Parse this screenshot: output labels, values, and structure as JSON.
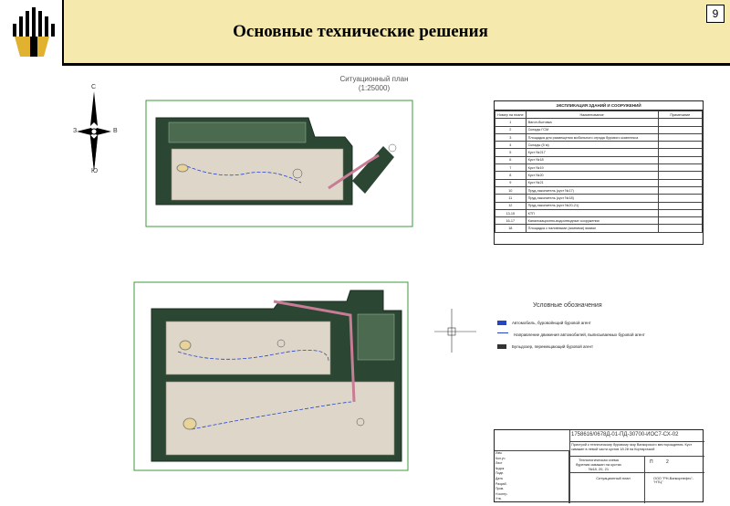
{
  "header": {
    "title": "Основные технические решения",
    "page_number": "9"
  },
  "plan": {
    "title_line1": "Ситуационный план",
    "title_line2": "(1:25000)",
    "compass": {
      "north": "С",
      "south": "Ю",
      "east": "В",
      "west": "З"
    }
  },
  "explication": {
    "caption": "ЭКСПЛИКАЦИЯ ЗДАНИЙ И СООРУЖЕНИЙ",
    "headers": [
      "Номер на плане",
      "Наименование",
      "Примечание"
    ],
    "rows": [
      [
        "1",
        "Вагон-бытовка",
        ""
      ],
      [
        "2",
        "Склады ГСМ",
        ""
      ],
      [
        "3",
        "Площадка для размещения мобильного отряда бурового комплекса",
        ""
      ],
      [
        "4",
        "Склады (5 м)",
        ""
      ],
      [
        "5",
        "Куст №217",
        ""
      ],
      [
        "6",
        "Куст №18",
        ""
      ],
      [
        "7",
        "Куст №19",
        ""
      ],
      [
        "8",
        "Куст №20",
        ""
      ],
      [
        "9",
        "Куст №21",
        ""
      ],
      [
        "10",
        "Пруд-накопитель (куст №17)",
        ""
      ],
      [
        "11",
        "Пруд-накопитель (куст №18)",
        ""
      ],
      [
        "12",
        "Пруд-накопитель (куст №20-21)",
        ""
      ],
      [
        "13-15",
        "КТП",
        ""
      ],
      [
        "16-17",
        "Канализационно-водоотводные сооружения",
        ""
      ],
      [
        "18",
        "Площадка с наливными (зимними) ямами",
        ""
      ]
    ]
  },
  "legend": {
    "title": "Условные обозначения",
    "items": [
      {
        "label": "Автомобиль, буровойнщий буровой агент"
      },
      {
        "label": "Направление движения автомобилей, выписываемых буровой агент"
      },
      {
        "label": "Бульдозер, перемещающий буровой агент"
      }
    ]
  },
  "stamp": {
    "code": "1758616/0678Д-01-ПД-30700-ИОС7-СХ-02",
    "object": "Пристрой к техническому буровому газу Ванкорского месторождения. Куст скважин в левой части кустов 1й 2й на Кортарочкой",
    "name1": "Технологическая схема бурения скважин на кустах №18, 20, 21",
    "stage": "П",
    "sheet": "2",
    "sheets": "",
    "name2": "Ситуационный план",
    "org": "ООО \"РН-Ванкорнефть\"-\"НТЦ\"",
    "roles": [
      "Изм.",
      "Кол.уч",
      "Лист",
      "№док",
      "Подп.",
      "Дата",
      "Разраб.",
      "Пров.",
      "Н.контр.",
      "Утв."
    ]
  },
  "colors": {
    "header_bg": "#f5e9ad",
    "site_dark": "#2b4632",
    "site_pad": "#ded7c9",
    "plan_border": "#3b9a3b",
    "road": "#c87c95",
    "route": "#2644c8"
  }
}
